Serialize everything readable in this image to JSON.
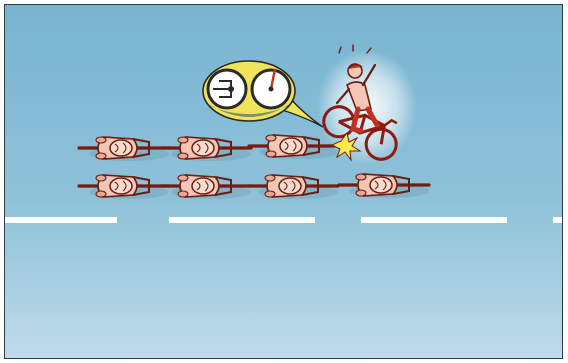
{
  "illustration": {
    "background_top": "#78b4d0",
    "background_bottom": "#bfdbe9",
    "lane_marking_color": "#ffffff",
    "rider_jersey_color": "#f3c6b6",
    "rider_outline_color": "#6a1e12",
    "bike_frame_color": "#8d1a10",
    "impact_flash_color": "#ffe94d",
    "callout_fill_color": "#f0e55a",
    "callout_detail": "wheel-overlap",
    "riders_in_front_row": 4,
    "riders_in_back_row": 4,
    "crashed_riders": 1
  }
}
